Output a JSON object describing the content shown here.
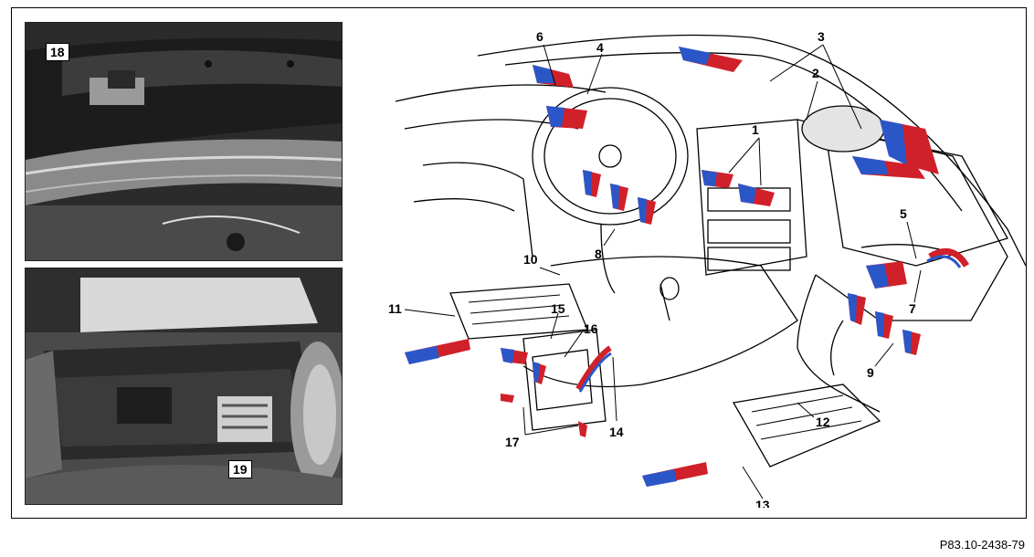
{
  "photo_top": {
    "label": "18"
  },
  "photo_bottom": {
    "label": "19"
  },
  "callouts": [
    "1",
    "2",
    "3",
    "4",
    "5",
    "6",
    "7",
    "8",
    "9",
    "10",
    "11",
    "12",
    "13",
    "14",
    "15",
    "16",
    "17"
  ],
  "reference": "P83.10-2438-79",
  "colors": {
    "arrow_red": "#d0202a",
    "arrow_blue": "#2b56c8",
    "line": "#000000"
  }
}
